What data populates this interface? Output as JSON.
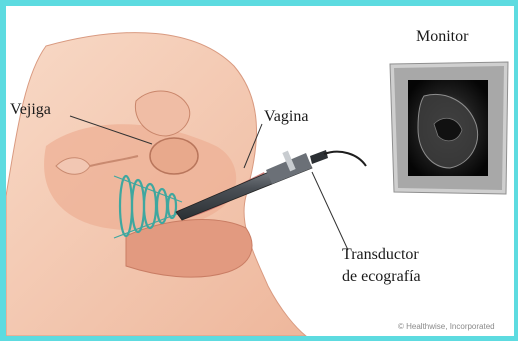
{
  "labels": {
    "bladder": "Vejiga",
    "vagina": "Vagina",
    "monitor": "Monitor",
    "transducer_line1": "Transductor",
    "transducer_line2": "de ecografía"
  },
  "credit": "© Healthwise, Incorporated",
  "colors": {
    "frame": "#5ddbe0",
    "skin": "#f3c6ad",
    "tissue": "#e6a48c",
    "probe": "#5a5f66",
    "wave": "#3fa79f"
  }
}
